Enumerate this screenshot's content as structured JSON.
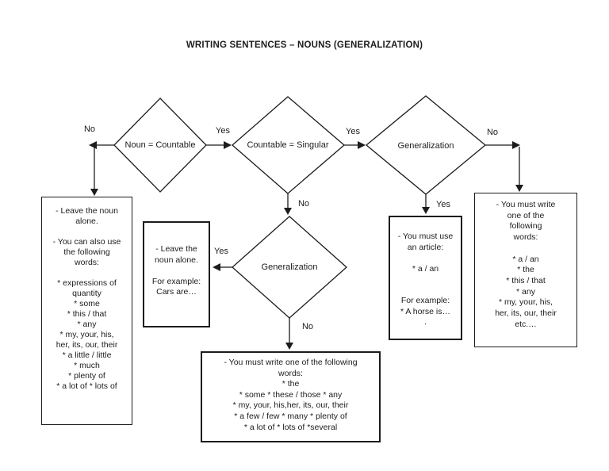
{
  "title": "WRITING SENTENCES – NOUNS (GENERALIZATION)",
  "colors": {
    "line": "#1c1c1c",
    "background": "#ffffff"
  },
  "diamonds": [
    {
      "id": "noun-countable",
      "label": "Noun = Countable"
    },
    {
      "id": "countable-singular",
      "label": "Countable = Singular"
    },
    {
      "id": "generalization-singular",
      "label": "Generalization"
    },
    {
      "id": "generalization-plural",
      "label": "Generalization"
    }
  ],
  "edge_labels": {
    "d1_no": "No",
    "d1_yes": "Yes",
    "d2_yes": "Yes",
    "d2_no": "No",
    "d3_yes": "Yes",
    "d3_no": "No",
    "d4_yes": "Yes",
    "d4_no": "No"
  },
  "boxes": {
    "noun_not_countable": "- Leave the noun\nalone.\n\n- You can also use\nthe following\nwords:\n\n* expressions of\nquantity\n* some\n* this / that\n* any\n* my, your, his,\nher, its, our, their\n* a little / little\n* much\n* plenty of\n* a lot of * lots of",
    "plural_generalization": "- Leave the\nnoun alone.\n\nFor example:\nCars are…",
    "plural_no_generalization": "- You must write one of the following\nwords:\n* the\n* some * these / those * any\n* my, your, his,her, its, our, their\n* a few / few * many * plenty of\n* a lot of * lots of *several",
    "singular_generalization": "- You must use\nan article:\n\n* a / an\n\n\nFor example:\n* A horse is…\n.",
    "singular_no_generalization": "- You must write\none of the\nfollowing\nwords:\n\n* a / an\n* the\n* this / that\n* any\n* my, your, his,\nher, its, our, their\netc.…"
  }
}
